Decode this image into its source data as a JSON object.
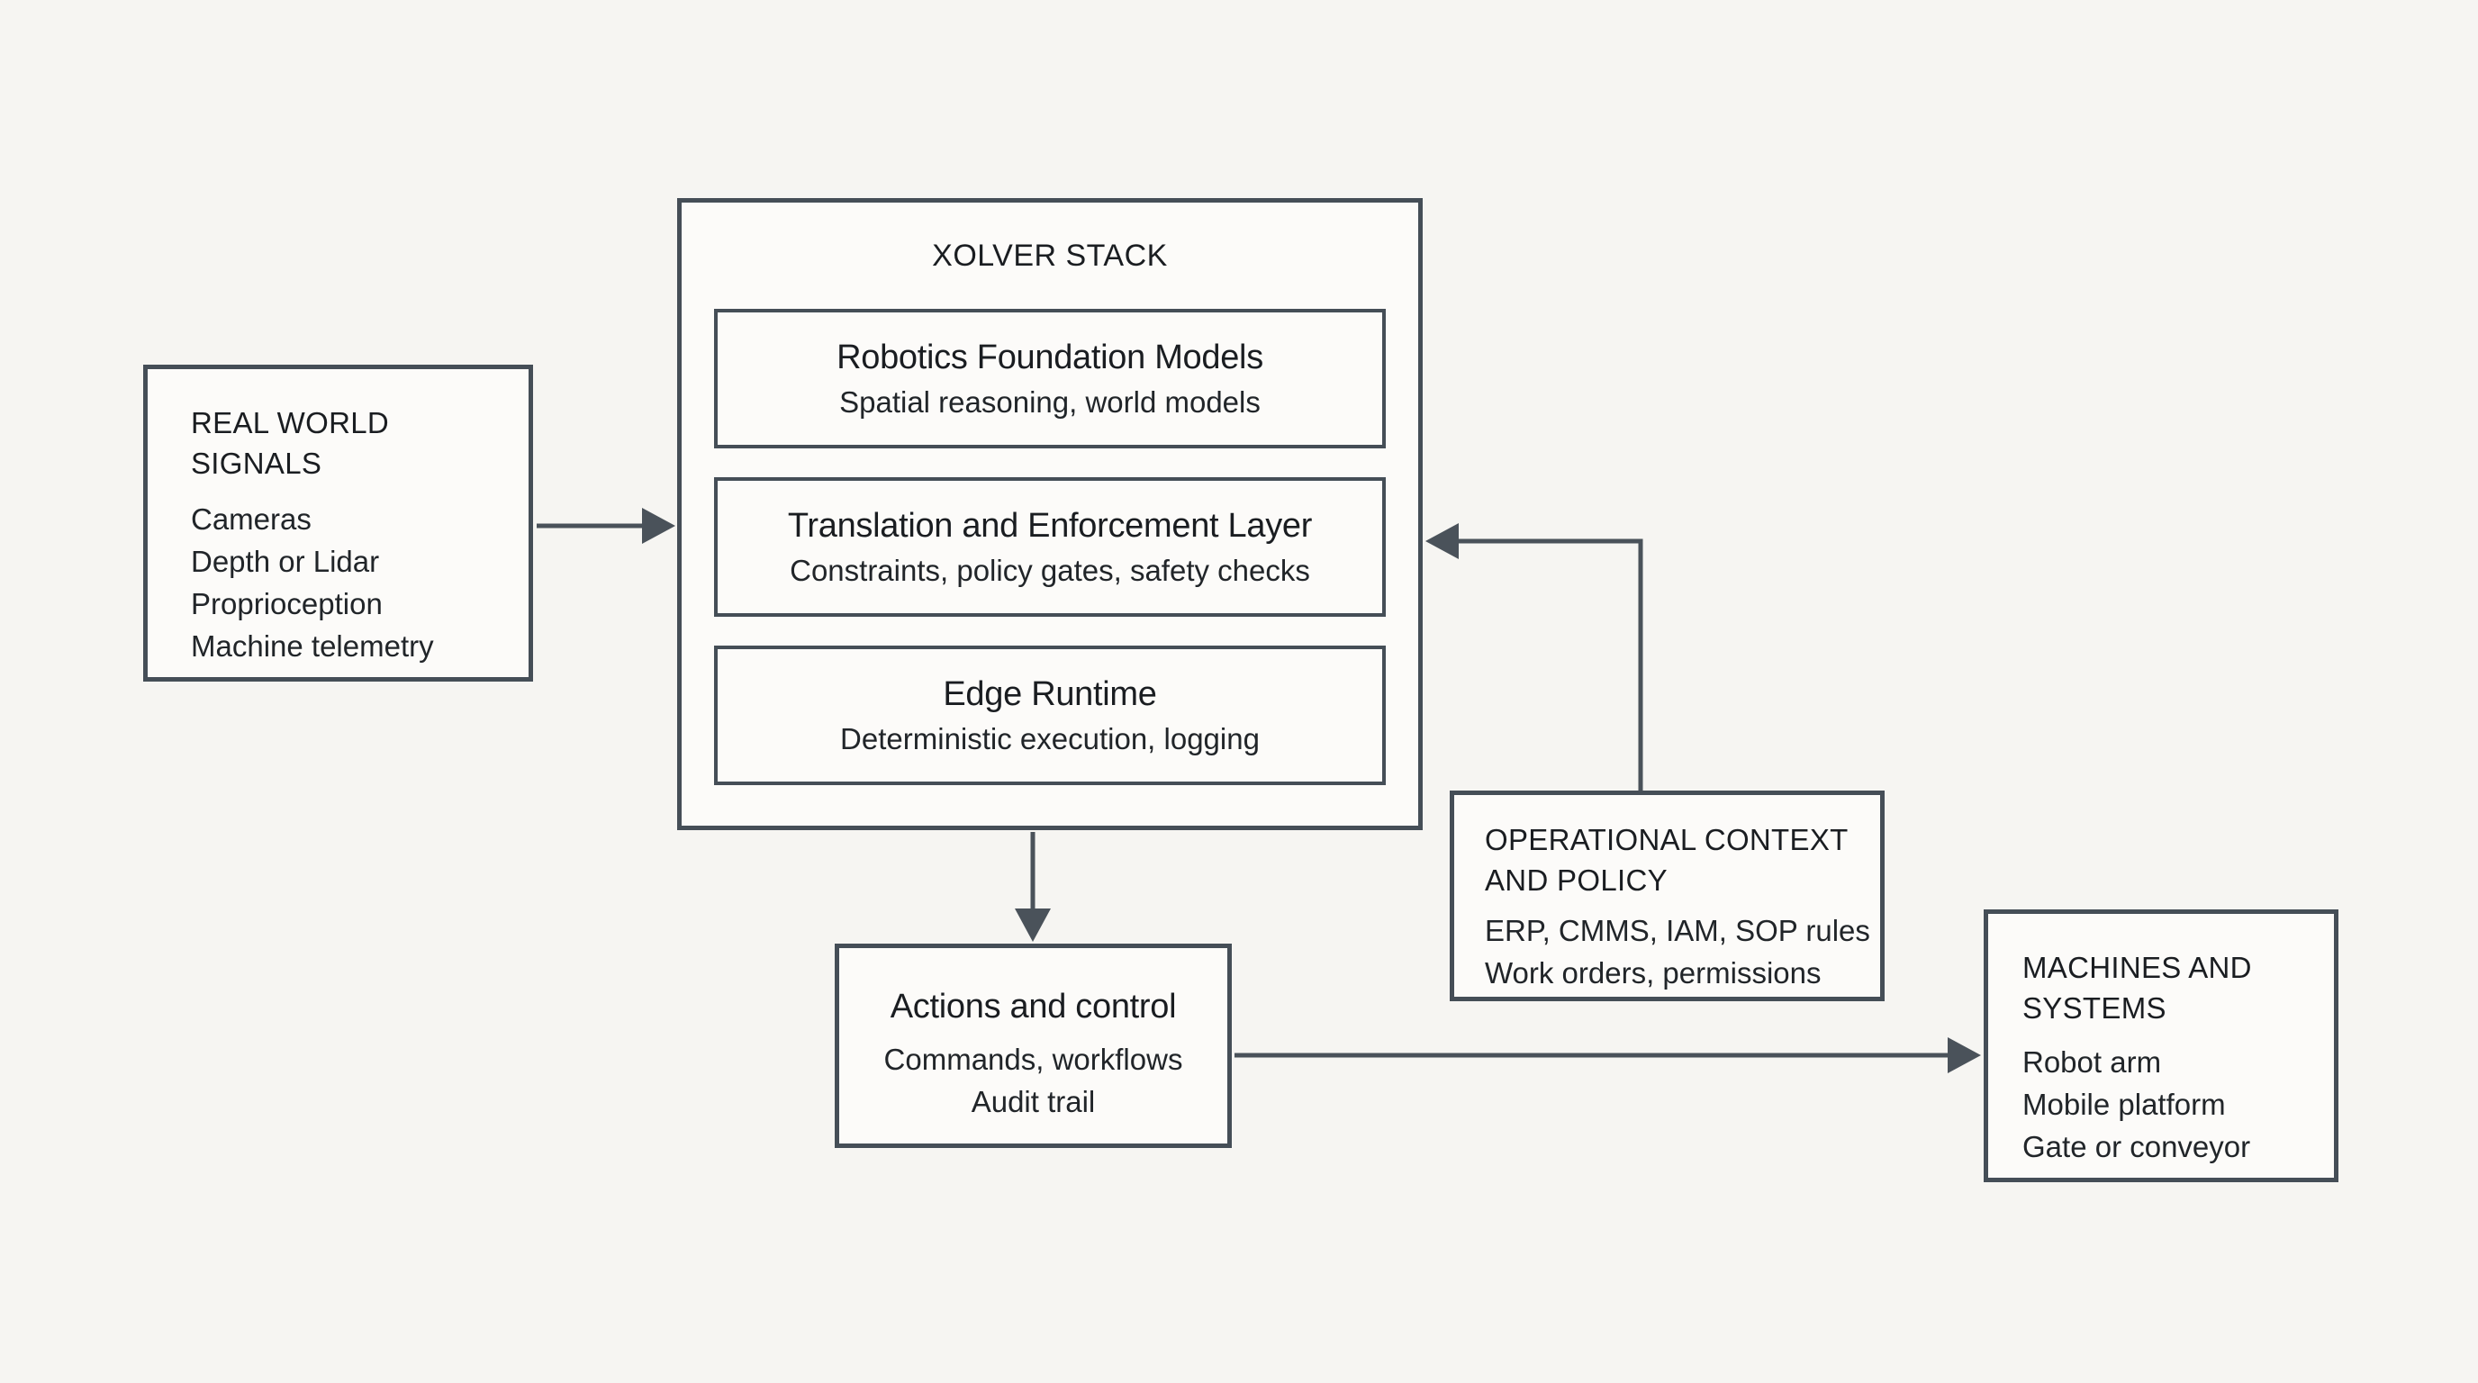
{
  "colors": {
    "background": "#f6f5f2",
    "box_fill": "#fcfbf9",
    "border": "#454e57",
    "arrow": "#4a525a",
    "heading_text": "#1a1d21",
    "body_text": "#212529"
  },
  "nodes": {
    "real_world_signals": {
      "title": "REAL WORLD SIGNALS",
      "items": [
        "Cameras",
        "Depth or Lidar",
        "Proprioception",
        "Machine telemetry"
      ]
    },
    "xolver_stack": {
      "title": "XOLVER STACK",
      "layers": [
        {
          "title": "Robotics Foundation Models",
          "subtitle": "Spatial reasoning, world models"
        },
        {
          "title": "Translation and Enforcement Layer",
          "subtitle": "Constraints, policy gates, safety checks"
        },
        {
          "title": "Edge Runtime",
          "subtitle": "Deterministic execution, logging"
        }
      ]
    },
    "operational_context": {
      "title": "OPERATIONAL CONTEXT AND POLICY",
      "items": [
        "ERP, CMMS, IAM, SOP rules",
        "Work orders, permissions"
      ]
    },
    "actions_control": {
      "title": "Actions and control",
      "items": [
        "Commands, workflows",
        "Audit trail"
      ]
    },
    "machines_systems": {
      "title": "MACHINES AND SYSTEMS",
      "items": [
        "Robot arm",
        "Mobile platform",
        "Gate or conveyor"
      ]
    }
  }
}
